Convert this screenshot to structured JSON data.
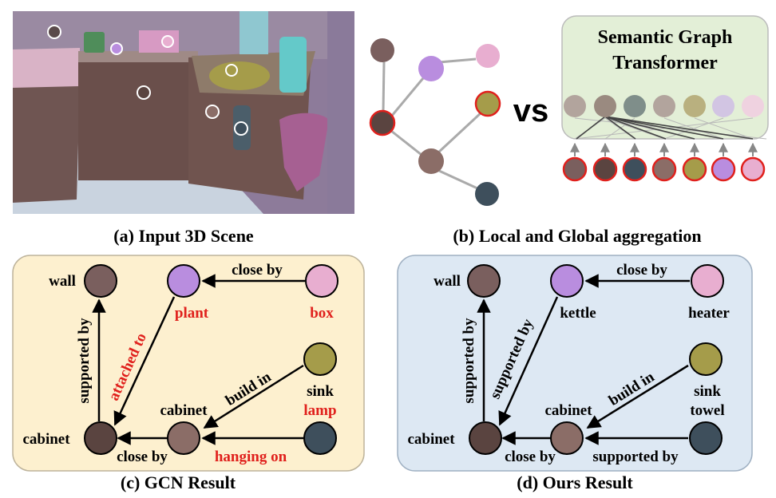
{
  "captions": {
    "a": "(a) Input 3D Scene",
    "b": "(b) Local and Global aggregation",
    "c": "(c) GCN Result",
    "d": "(d) Ours Result"
  },
  "transformer": {
    "line1": "Semantic Graph",
    "line2": "Transformer"
  },
  "vs_label": "vs",
  "gcn": {
    "nodes": {
      "wall": "wall",
      "plant": "plant",
      "box": "box",
      "sink": "sink",
      "lamp": "lamp",
      "cabinet_mid": "cabinet",
      "cabinet_left": "cabinet"
    },
    "edges": {
      "close_by_top": "close by",
      "supported_by": "supported by",
      "attached_to": "attached to",
      "build_in": "build in",
      "close_by_bottom": "close by",
      "hanging_on": "hanging on"
    }
  },
  "ours": {
    "nodes": {
      "wall": "wall",
      "kettle": "kettle",
      "heater": "heater",
      "sink": "sink",
      "towel": "towel",
      "cabinet_mid": "cabinet",
      "cabinet_left": "cabinet"
    },
    "edges": {
      "close_by_top": "close by",
      "supported_by_left": "supported by",
      "supported_by_diag": "supported by",
      "build_in": "build in",
      "close_by_bottom": "close by",
      "supported_by_bottom": "supported by"
    }
  },
  "colors": {
    "wall": "#7a5f5e",
    "plant": "#b98ddf",
    "box": "#e8aed0",
    "sink": "#a59c4a",
    "lamp": "#3e4f5c",
    "cabinet_mid": "#8b6d67",
    "cabinet_left": "#5a4440",
    "gcn_bg": "#fdf0cf",
    "ours_bg": "#dde8f3",
    "transformer_bg": "#e3efd7",
    "highlight_red": "#e0201c"
  }
}
